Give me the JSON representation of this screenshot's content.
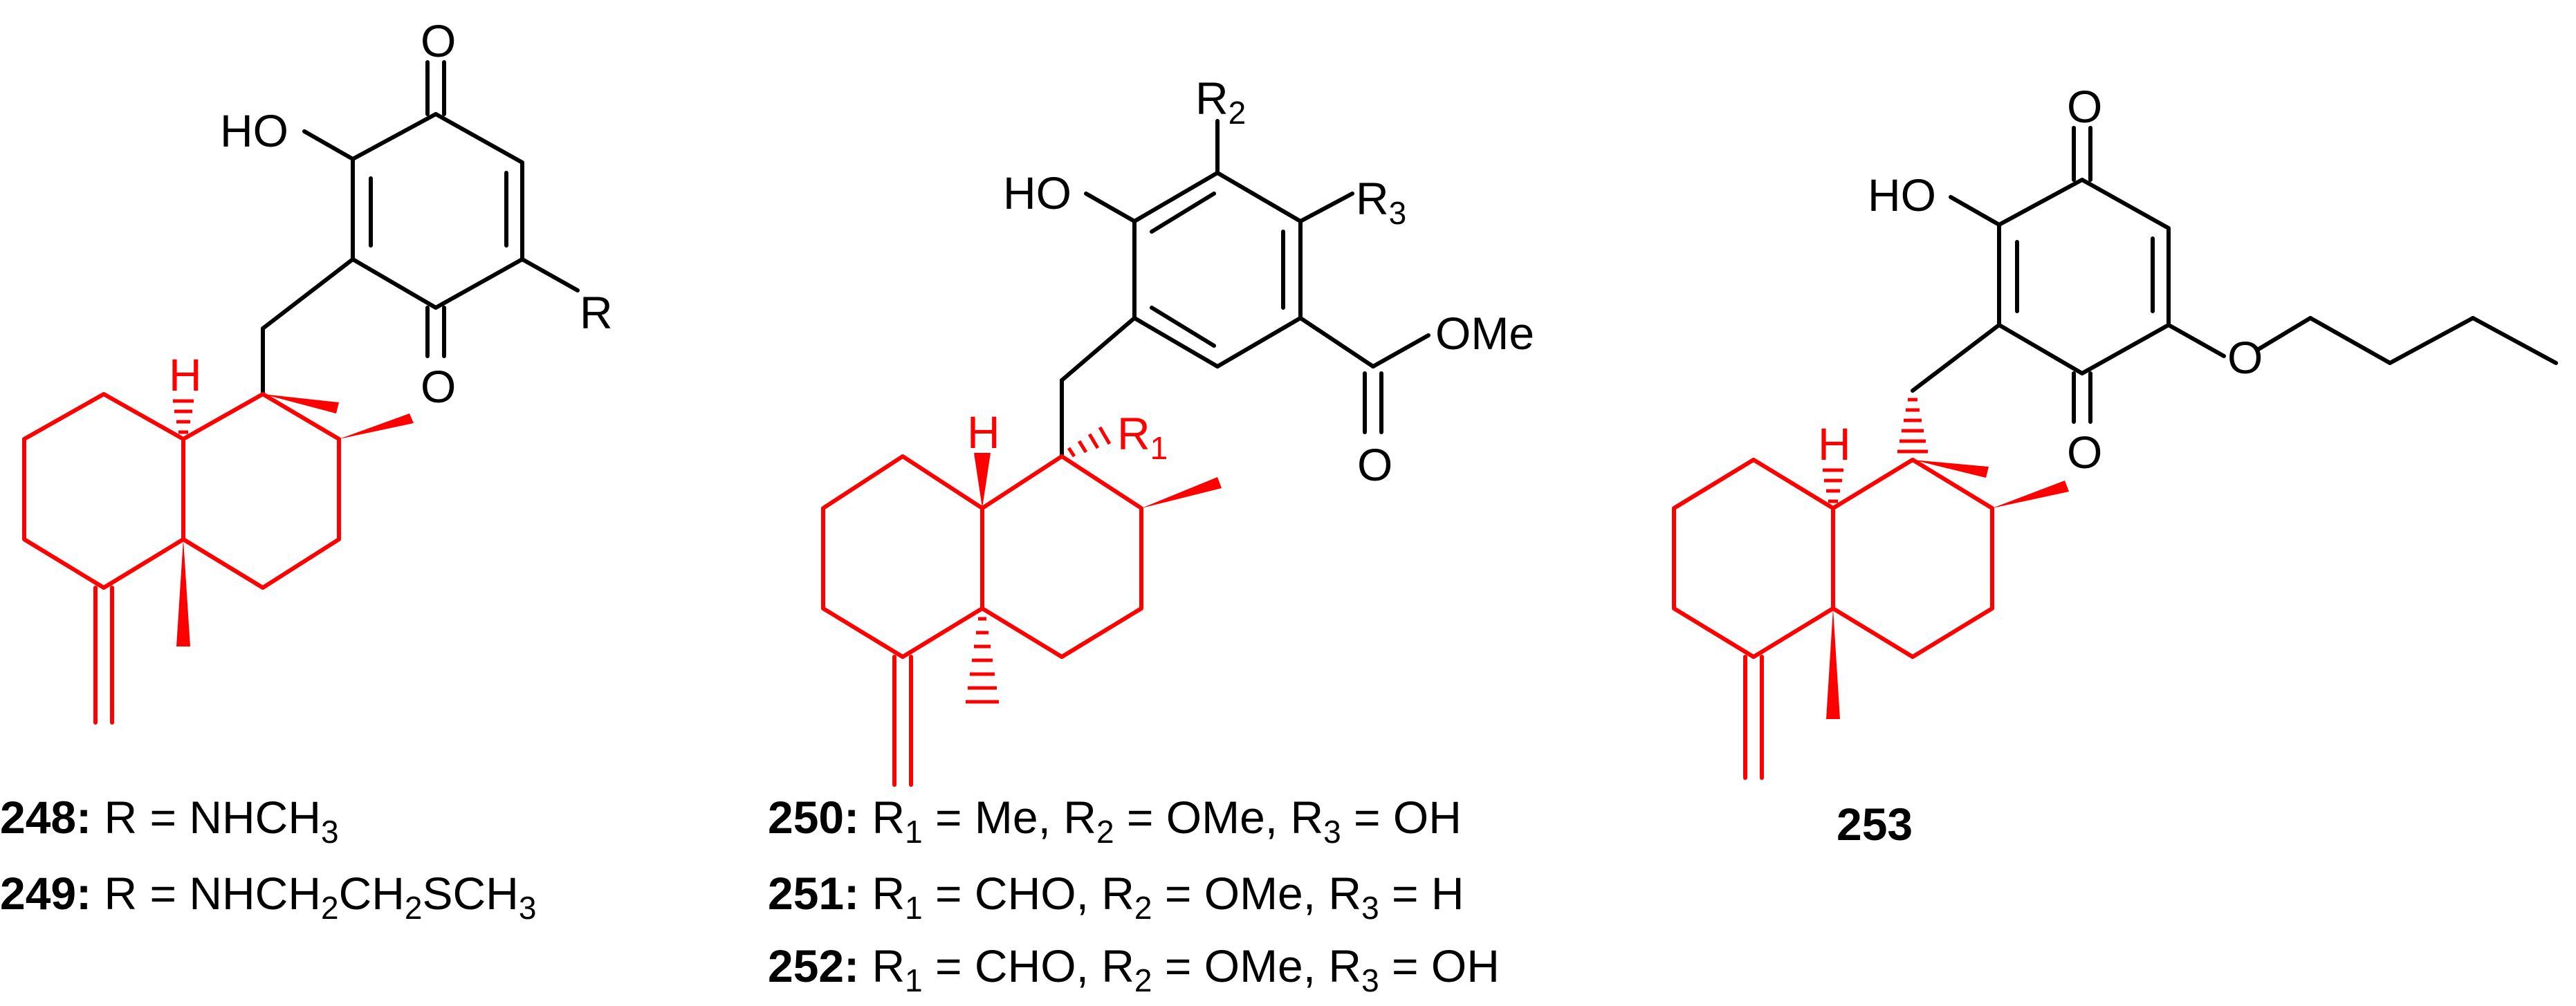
{
  "structures": [
    {
      "id": "struct-248-249",
      "labels": {
        "HO": "HO",
        "O_top": "O",
        "O_bottom": "O",
        "R": "R",
        "H": "H"
      },
      "captions": [
        {
          "num": "248:",
          "parts": [
            {
              "t": " R = NHCH"
            },
            {
              "t": "3",
              "sub": true
            }
          ]
        },
        {
          "num": "249:",
          "parts": [
            {
              "t": " R = NHCH"
            },
            {
              "t": "2",
              "sub": true
            },
            {
              "t": "CH"
            },
            {
              "t": "2",
              "sub": true
            },
            {
              "t": "SCH"
            },
            {
              "t": "3",
              "sub": true
            }
          ]
        }
      ]
    },
    {
      "id": "struct-250-252",
      "labels": {
        "HO": "HO",
        "R2": "R",
        "R2_sub": "2",
        "R3": "R",
        "R3_sub": "3",
        "OMe": "OMe",
        "O": "O",
        "H": "H",
        "R1": "R",
        "R1_sub": "1"
      },
      "captions": [
        {
          "num": "250:",
          "parts": [
            {
              "t": " R"
            },
            {
              "t": "1",
              "sub": true
            },
            {
              "t": " = Me, R"
            },
            {
              "t": "2",
              "sub": true
            },
            {
              "t": " = OMe, R"
            },
            {
              "t": "3",
              "sub": true
            },
            {
              "t": " = OH"
            }
          ]
        },
        {
          "num": "251:",
          "parts": [
            {
              "t": " R"
            },
            {
              "t": "1",
              "sub": true
            },
            {
              "t": " = CHO, R"
            },
            {
              "t": "2",
              "sub": true
            },
            {
              "t": " = OMe, R"
            },
            {
              "t": "3",
              "sub": true
            },
            {
              "t": " = H"
            }
          ]
        },
        {
          "num": "252:",
          "parts": [
            {
              "t": " R"
            },
            {
              "t": "1",
              "sub": true
            },
            {
              "t": " = CHO, R"
            },
            {
              "t": "2",
              "sub": true
            },
            {
              "t": " = OMe, R"
            },
            {
              "t": "3",
              "sub": true
            },
            {
              "t": " = OH"
            }
          ]
        }
      ]
    },
    {
      "id": "struct-253",
      "labels": {
        "HO": "HO",
        "O_top": "O",
        "O_bottom": "O",
        "O_ether": "O",
        "H": "H"
      },
      "captions": [
        {
          "num": "253",
          "parts": []
        }
      ]
    }
  ],
  "colors": {
    "scaffold": "#ff0000",
    "bonds": "#000000",
    "text": "#000000"
  }
}
